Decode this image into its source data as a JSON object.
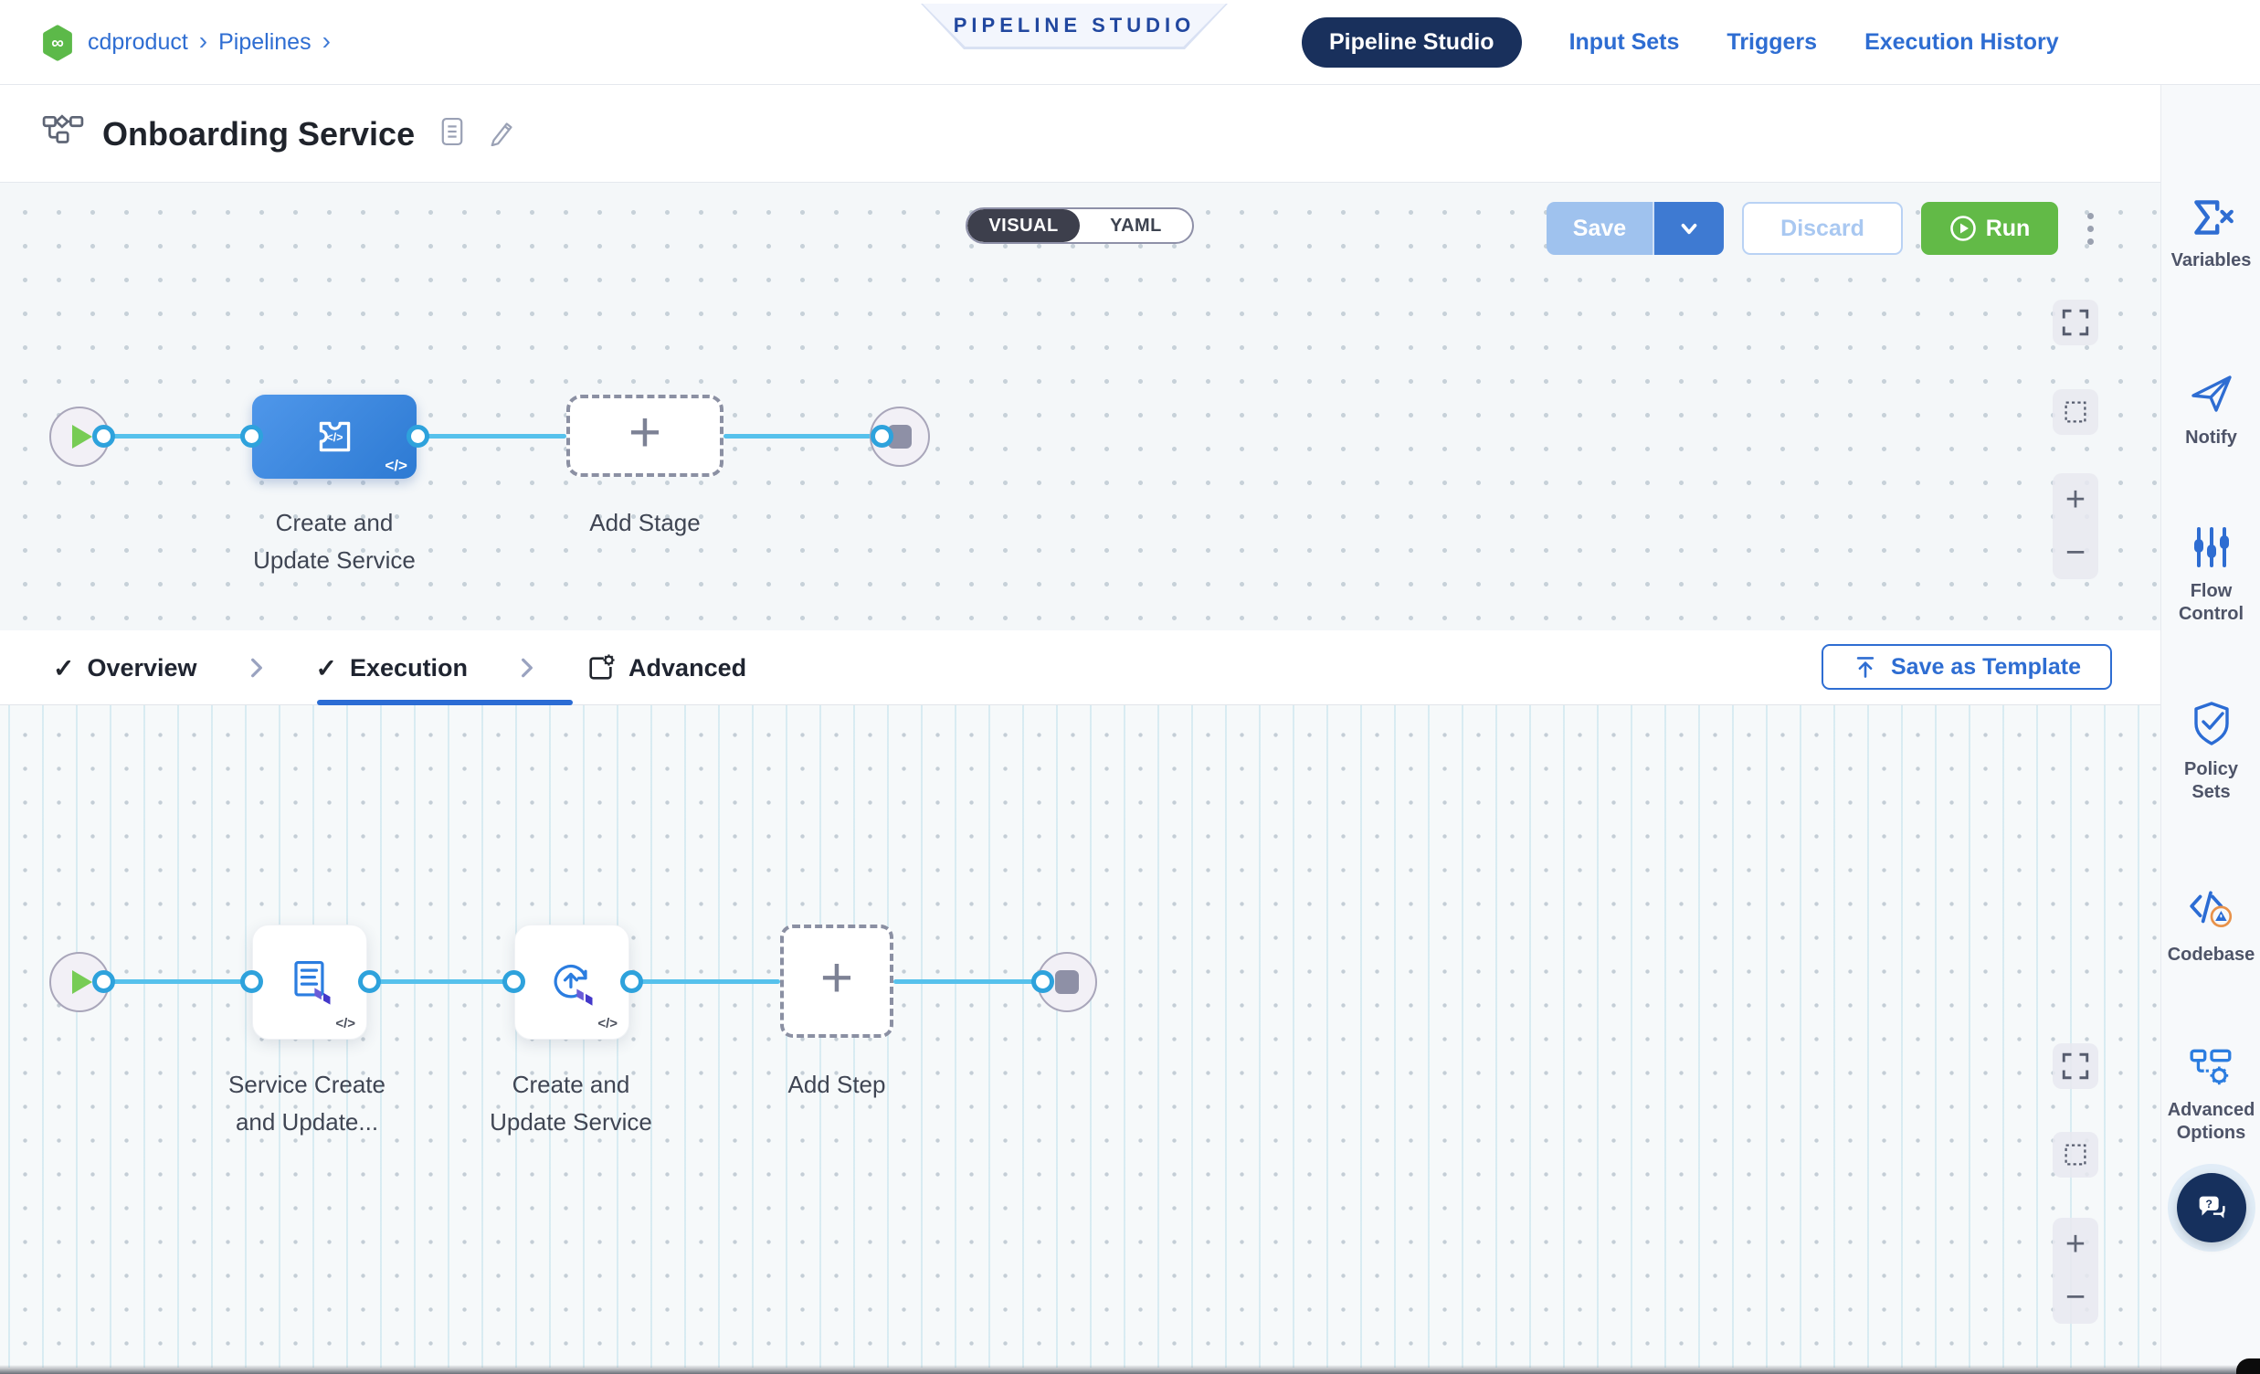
{
  "colors": {
    "accent_blue": "#2E6DD2",
    "navy": "#19305C",
    "run_green": "#62BA47",
    "connector_blue": "#56C1EC",
    "stage_node_blue": "#3B86DD",
    "terraform_purple": "#5C4EE5",
    "codebase_warning_orange": "#E8924A"
  },
  "header": {
    "logo_icon": "harness-infinity-logo",
    "breadcrumb": {
      "items": [
        "cdproduct",
        "Pipelines"
      ],
      "separator": "›"
    },
    "banner": "PIPELINE STUDIO",
    "nav": {
      "active": "Pipeline Studio",
      "items": [
        "Pipeline Studio",
        "Input Sets",
        "Triggers",
        "Execution History"
      ]
    }
  },
  "toolbar": {
    "title": "Onboarding Service",
    "title_icon": "pipeline-flowchart-icon",
    "description_icon": "document-icon",
    "edit_icon": "pencil-icon",
    "mode_toggle": {
      "selected": "VISUAL",
      "options": [
        "VISUAL",
        "YAML"
      ]
    },
    "save_label": "Save",
    "discard_label": "Discard",
    "run_label": "Run",
    "more_icon": "kebab-menu-icon"
  },
  "stage_canvas": {
    "stage_label": "Create and\nUpdate Service",
    "stage_icon": "custom-stage-puzzle-icon",
    "add_stage_label": "Add Stage",
    "plus_glyph": "+",
    "code_badge": "</>",
    "zoom_in_glyph": "+",
    "zoom_out_glyph": "−"
  },
  "tab_bar": {
    "check_glyph": "✓",
    "overview_label": "Overview",
    "execution_label": "Execution",
    "advanced_label": "Advanced",
    "active_tab": "Execution",
    "save_as_template_label": "Save as Template"
  },
  "execution_canvas": {
    "step1_label": "Service Create\nand Update...",
    "step1_icon": "script-terraform-icon",
    "step2_label": "Create and\nUpdate Service",
    "step2_icon": "sync-terraform-icon",
    "add_step_label": "Add Step",
    "plus_glyph": "+",
    "code_badge": "</>",
    "zoom_in_glyph": "+",
    "zoom_out_glyph": "−"
  },
  "sidebar": {
    "items": [
      {
        "label": "Variables",
        "icon": "sigma-x-icon"
      },
      {
        "label": "Notify",
        "icon": "paper-plane-icon"
      },
      {
        "label": "Flow\nControl",
        "icon": "sliders-icon"
      },
      {
        "label": "Policy\nSets",
        "icon": "shield-check-icon"
      },
      {
        "label": "Codebase",
        "icon": "code-warning-icon"
      },
      {
        "label": "Advanced\nOptions",
        "icon": "flowchart-gear-icon"
      }
    ],
    "help_icon": "chat-question-icon"
  }
}
